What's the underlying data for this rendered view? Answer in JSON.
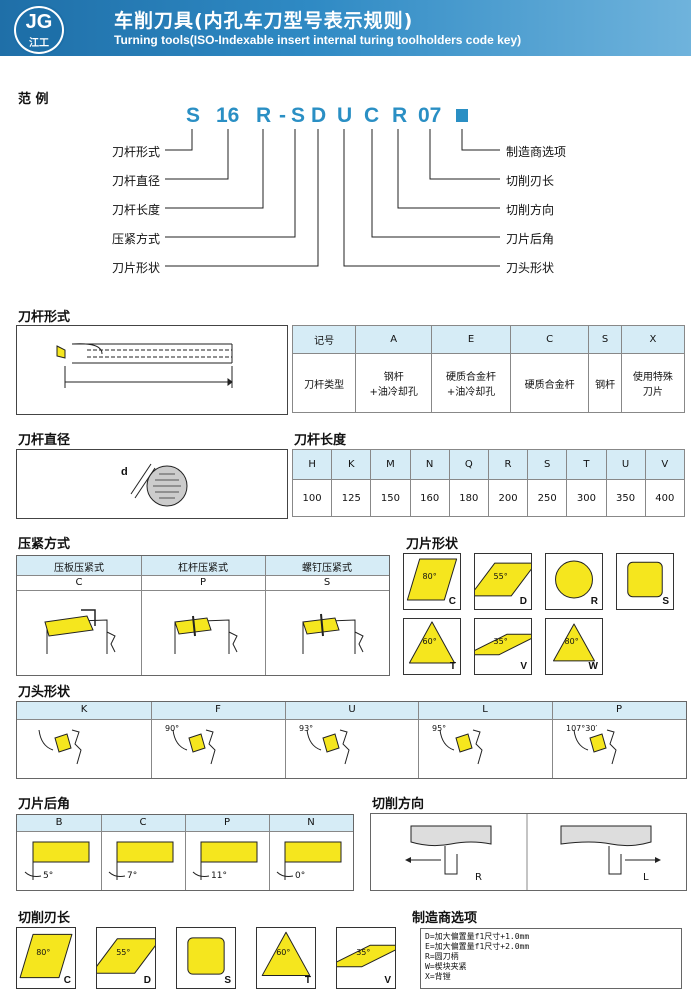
{
  "header": {
    "logo_top": "JG",
    "logo_bottom": "江工",
    "title_cn": "车削刀具(内孔车刀型号表示规则)",
    "title_en": "Turning tools(ISO-Indexable insert internal turing toolholders code key)"
  },
  "example": {
    "title": "范 例",
    "codes": [
      "S",
      "16",
      "R",
      "-",
      "S",
      "D",
      "U",
      "C",
      "R",
      "07"
    ],
    "left_labels": [
      "刀杆形式",
      "刀杆直径",
      "刀杆长度",
      "压紧方式",
      "刀片形状"
    ],
    "right_labels": [
      "制造商选项",
      "切削刃长",
      "切削方向",
      "刀片后角",
      "刀头形状"
    ]
  },
  "bar_form": {
    "title": "刀杆形式",
    "header": [
      "记号",
      "A",
      "E",
      "C",
      "S",
      "X"
    ],
    "row": [
      "刀杆类型",
      "钢杆\n+油冷却孔",
      "硬质合金杆\n+油冷却孔",
      "硬质合金杆",
      "钢杆",
      "使用特殊\n刀片"
    ]
  },
  "bar_dia": {
    "title": "刀杆直径",
    "d": "d"
  },
  "bar_len": {
    "title": "刀杆长度",
    "codes": [
      "H",
      "K",
      "M",
      "N",
      "Q",
      "R",
      "S",
      "T",
      "U",
      "V"
    ],
    "values": [
      "100",
      "125",
      "150",
      "160",
      "180",
      "200",
      "250",
      "300",
      "350",
      "400"
    ]
  },
  "clamp": {
    "title": "压紧方式",
    "names": [
      "压板压紧式",
      "杠杆压紧式",
      "螺钉压紧式"
    ],
    "codes": [
      "C",
      "P",
      "S"
    ]
  },
  "insert": {
    "title": "刀片形状",
    "items": [
      {
        "code": "C",
        "angle": "80°"
      },
      {
        "code": "D",
        "angle": "55°"
      },
      {
        "code": "R",
        "angle": ""
      },
      {
        "code": "S",
        "angle": ""
      },
      {
        "code": "T",
        "angle": "60°"
      },
      {
        "code": "V",
        "angle": "35°"
      },
      {
        "code": "W",
        "angle": "80°"
      }
    ]
  },
  "head": {
    "title": "刀头形状",
    "codes": [
      "K",
      "F",
      "U",
      "L",
      "P"
    ],
    "angles": [
      "",
      "90°",
      "93°",
      "95°",
      "107°30′"
    ]
  },
  "clearance": {
    "title": "刀片后角",
    "codes": [
      "B",
      "C",
      "P",
      "N"
    ],
    "angles": [
      "5°",
      "7°",
      "11°",
      "0°"
    ]
  },
  "direction": {
    "title": "切削方向",
    "codes": [
      "R",
      "L"
    ]
  },
  "edge": {
    "title": "切削刃长",
    "items": [
      {
        "code": "C",
        "angle": "80°"
      },
      {
        "code": "D",
        "angle": "55°"
      },
      {
        "code": "S",
        "angle": ""
      },
      {
        "code": "T",
        "angle": "60°"
      },
      {
        "code": "V",
        "angle": "35°"
      }
    ]
  },
  "maker": {
    "title": "制造商选项",
    "lines": [
      "D=加大偏置量f1尺寸+1.0mm",
      "E=加大偏置量f1尺寸+2.0mm",
      "R=圆刀柄",
      "W=楔块夹紧",
      "X=背镗"
    ]
  },
  "colors": {
    "header": "#2f8ac4",
    "accent": "#2a8fc4",
    "insert": "#f5e61e",
    "table_head": "#d6ecf6"
  }
}
